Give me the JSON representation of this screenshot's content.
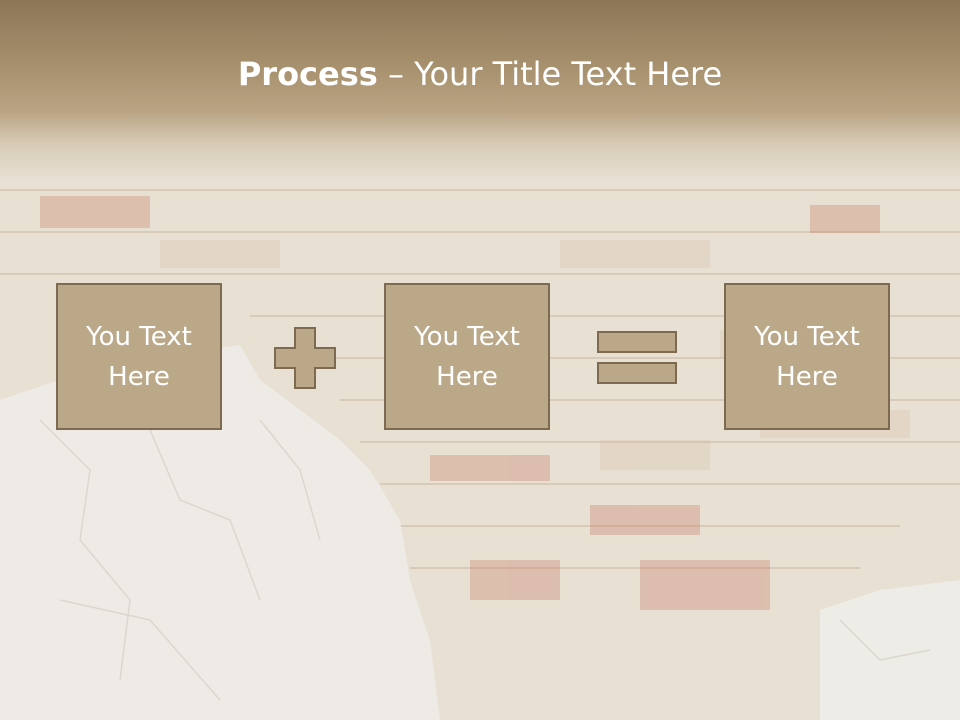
{
  "slide": {
    "title_bold": "Process",
    "title_rest": " – Your Title Text Here"
  },
  "boxes": [
    {
      "text": "You Text Here"
    },
    {
      "text": "You Text Here"
    },
    {
      "text": "You Text Here"
    }
  ],
  "symbols": {
    "plus": "plus-icon",
    "equals": "equals-icon"
  },
  "colors": {
    "title_band": "#a68f6c",
    "box_fill": "#bba888",
    "box_border": "#7d6a50",
    "text": "#ffffff"
  }
}
